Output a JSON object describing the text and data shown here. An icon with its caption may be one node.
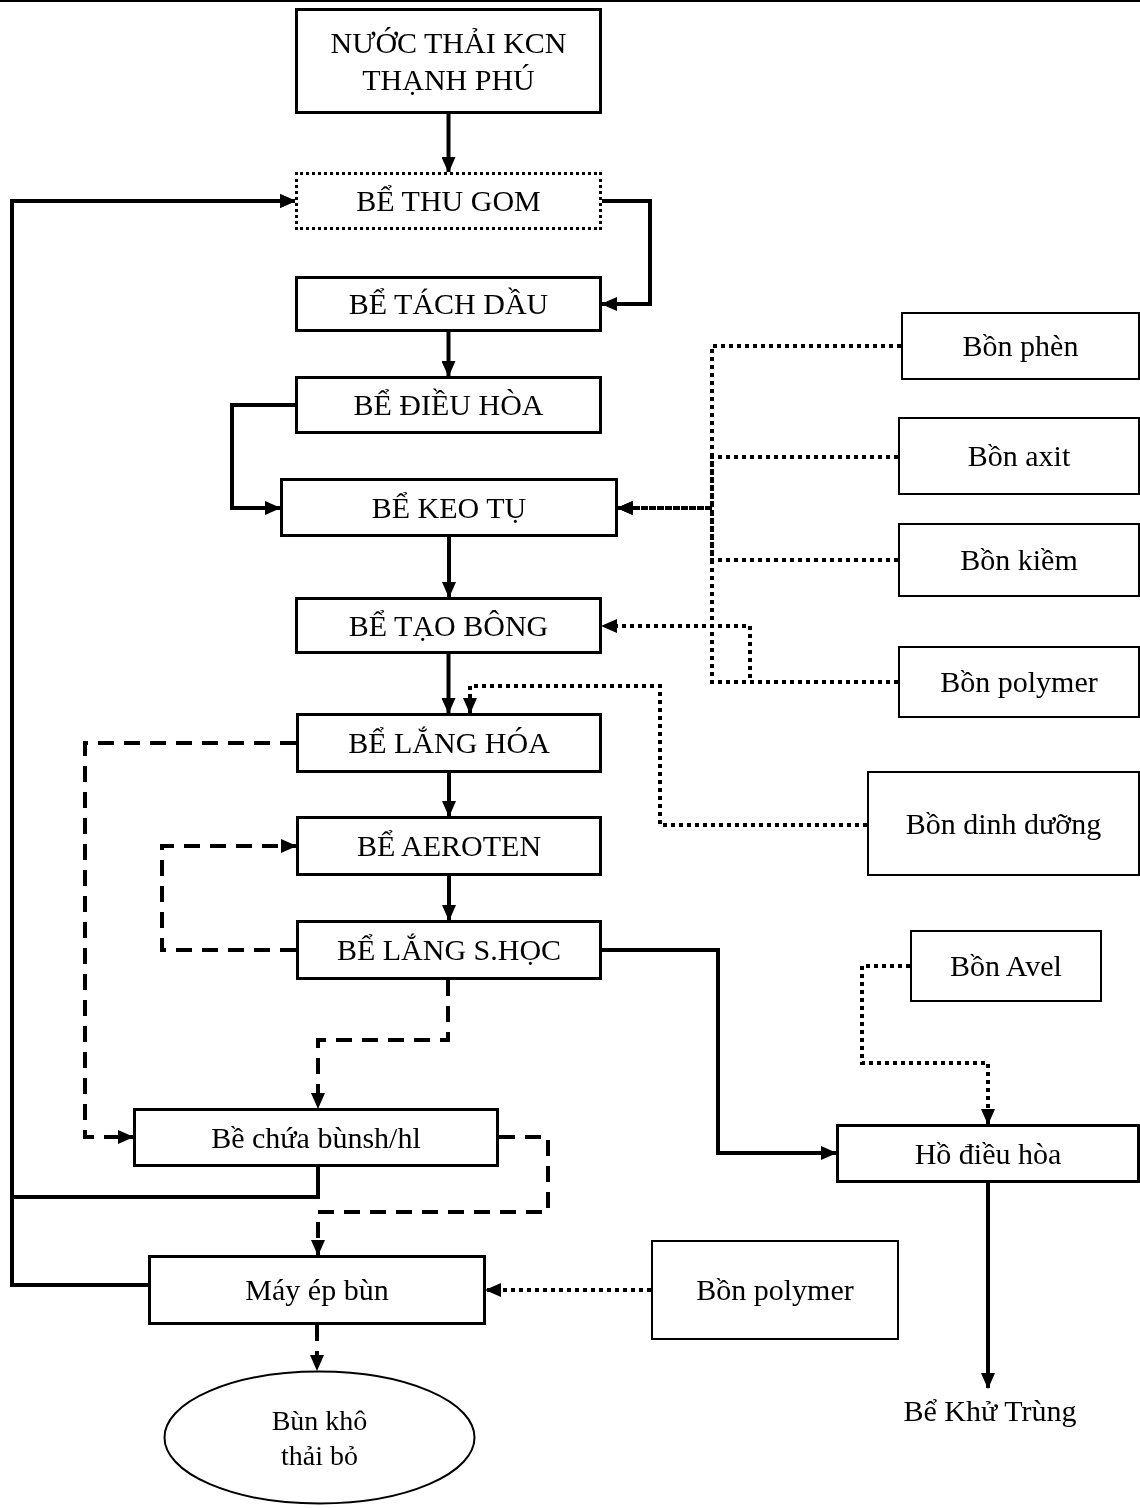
{
  "diagram": {
    "nodes": [
      {
        "text": [
          "NƯỚC THẢI KCN THẠNH PHÚ"
        ]
      },
      {
        "text": [
          "BỂ THU GOM"
        ]
      },
      {
        "text": [
          "BỂ TÁCH DẦU"
        ]
      },
      {
        "text": [
          "BỂ ĐIỀU HÒA"
        ]
      },
      {
        "text": [
          "BỂ KEO TỤ"
        ]
      },
      {
        "text": [
          "BỂ TẠO BÔNG"
        ]
      },
      {
        "text": [
          "BỂ LẮNG HÓA"
        ]
      },
      {
        "text": [
          "BỂ AEROTEN"
        ]
      },
      {
        "text": [
          "BỂ LẮNG S.HỌC"
        ]
      },
      {
        "text": [
          "Bề chứa bùnsh/hl"
        ]
      },
      {
        "text": [
          "Máy ép bùn"
        ]
      },
      {
        "text": [
          "Bùn khô thải bỏ"
        ]
      },
      {
        "text": [
          "Bồn phèn"
        ]
      },
      {
        "text": [
          "Bồn axit"
        ]
      },
      {
        "text": [
          "Bồn kiềm"
        ]
      },
      {
        "text": [
          "Bồn polymer"
        ]
      },
      {
        "text": [
          "Bồn dinh dưỡng"
        ]
      },
      {
        "text": [
          "Bồn Avel"
        ]
      },
      {
        "text": [
          "Hồ điều hòa"
        ]
      },
      {
        "text": [
          "Bồn polymer"
        ]
      },
      {
        "text": [
          "Bể Khử Trùng"
        ]
      }
    ],
    "edges": [
      {
        "from": 0,
        "to": 1,
        "arrow": "to"
      },
      {
        "from": 1,
        "to": 2,
        "arrow": "to"
      },
      {
        "from": 2,
        "to": 3,
        "arrow": "to"
      },
      {
        "from": 3,
        "to": 4,
        "arrow": "to"
      },
      {
        "from": 4,
        "to": 5,
        "arrow": "to"
      },
      {
        "from": 5,
        "to": 6,
        "arrow": "to"
      },
      {
        "from": 6,
        "to": 7,
        "arrow": "to"
      },
      {
        "from": 7,
        "to": 8,
        "arrow": "to"
      },
      {
        "from": 12,
        "to": 4,
        "arrow": "to",
        "style": "dashed"
      },
      {
        "from": 13,
        "to": 4,
        "arrow": "to",
        "style": "dashed"
      },
      {
        "from": 14,
        "to": 4,
        "arrow": "to",
        "style": "dashed"
      },
      {
        "from": 15,
        "to": 4,
        "arrow": "to",
        "style": "dashed"
      },
      {
        "from": 15,
        "to": 5,
        "arrow": "to",
        "style": "dashed"
      },
      {
        "from": 16,
        "to": 6,
        "arrow": "to",
        "style": "dashed"
      },
      {
        "from": 6,
        "to": 9,
        "arrow": "to",
        "style": "dashed"
      },
      {
        "from": 8,
        "to": 7,
        "arrow": "to",
        "style": "dashed"
      },
      {
        "from": 8,
        "to": 9,
        "arrow": "to",
        "style": "dashed"
      },
      {
        "from": 8,
        "to": 18,
        "arrow": "to"
      },
      {
        "from": 17,
        "to": 18,
        "arrow": "to",
        "style": "dashed"
      },
      {
        "from": 18,
        "to": 20,
        "arrow": "to"
      },
      {
        "from": 9,
        "to": 1,
        "arrow": "to"
      },
      {
        "from": 10,
        "to": 1,
        "arrow": "to"
      },
      {
        "from": 9,
        "to": 10,
        "arrow": "to",
        "style": "dashed"
      },
      {
        "from": 19,
        "to": 10,
        "arrow": "to",
        "style": "dashed"
      },
      {
        "from": 10,
        "to": 11,
        "arrow": "to",
        "style": "dashed"
      }
    ]
  }
}
